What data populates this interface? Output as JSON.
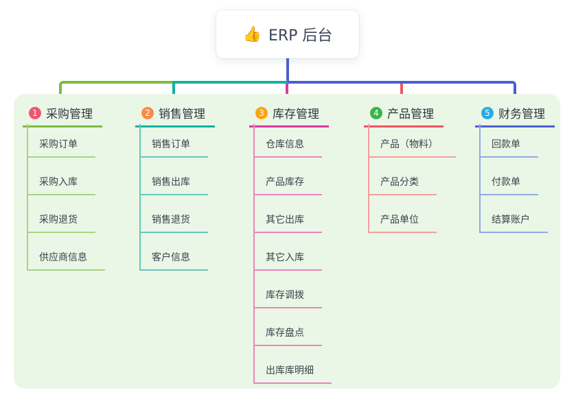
{
  "root": {
    "icon": "👍",
    "label": "ERP 后台"
  },
  "panel_color": "#eaf7e6",
  "connector_colors": {
    "root_drop": "#4a5fd0",
    "bus_left": "#7fba40",
    "bus_mid": "#14b1a1",
    "bus_right": "#4a5fd0",
    "drop_inventory": "#d83a9d",
    "drop_product": "#f1565d"
  },
  "branches": [
    {
      "number": "1",
      "label": "采购管理",
      "color": "#7fba40",
      "sub_color": "#a9d285",
      "badge_color": "#f25570",
      "items": [
        "采购订单",
        "采购入库",
        "采购退货",
        "供应商信息"
      ]
    },
    {
      "number": "2",
      "label": "销售管理",
      "color": "#14b1a1",
      "sub_color": "#66c7bd",
      "badge_color": "#fa8c44",
      "items": [
        "销售订单",
        "销售出库",
        "销售退货",
        "客户信息"
      ]
    },
    {
      "number": "3",
      "label": "库存管理",
      "color": "#d83a9d",
      "sub_color": "#ef82c1",
      "badge_color": "#f7a511",
      "items": [
        "仓库信息",
        "产品库存",
        "其它出库",
        "其它入库",
        "库存调拨",
        "库存盘点",
        "出库库明细"
      ]
    },
    {
      "number": "4",
      "label": "产品管理",
      "color": "#f1565d",
      "sub_color": "#f59c9f",
      "badge_color": "#3cb44b",
      "items": [
        "产品（物料）",
        "产品分类",
        "产品单位"
      ]
    },
    {
      "number": "5",
      "label": "财务管理",
      "color": "#4a5fd0",
      "sub_color": "#93a9e2",
      "badge_color": "#2aabe4",
      "items": [
        "回款单",
        "付款单",
        "结算账户"
      ]
    }
  ]
}
